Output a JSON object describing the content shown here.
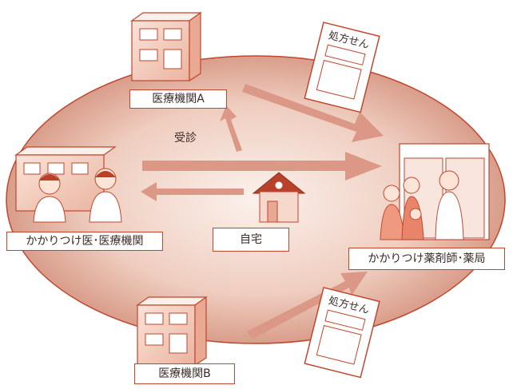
{
  "labels": {
    "clinic_a": "医療機関A",
    "clinic_b": "医療機関B",
    "family_doctor": "かかりつけ医･医療機関",
    "home": "自宅",
    "pharmacy": "かかりつけ薬剤師･薬局",
    "consultation": "受診",
    "prescription": "処方せん"
  },
  "colors": {
    "ellipse_center": "#f7e9e2",
    "ellipse_edge": "#c97f6b",
    "outline": "#c0462e",
    "arrow": "#dc9886",
    "building": "#f4c7b5",
    "roof": "#b9412a",
    "text": "#3a2a26"
  },
  "icons": [
    "clinic-building-icon",
    "prescription-icon",
    "house-icon",
    "pharmacy-store-icon",
    "doctor-icon",
    "pharmacist-icon",
    "patient-family-icon"
  ]
}
